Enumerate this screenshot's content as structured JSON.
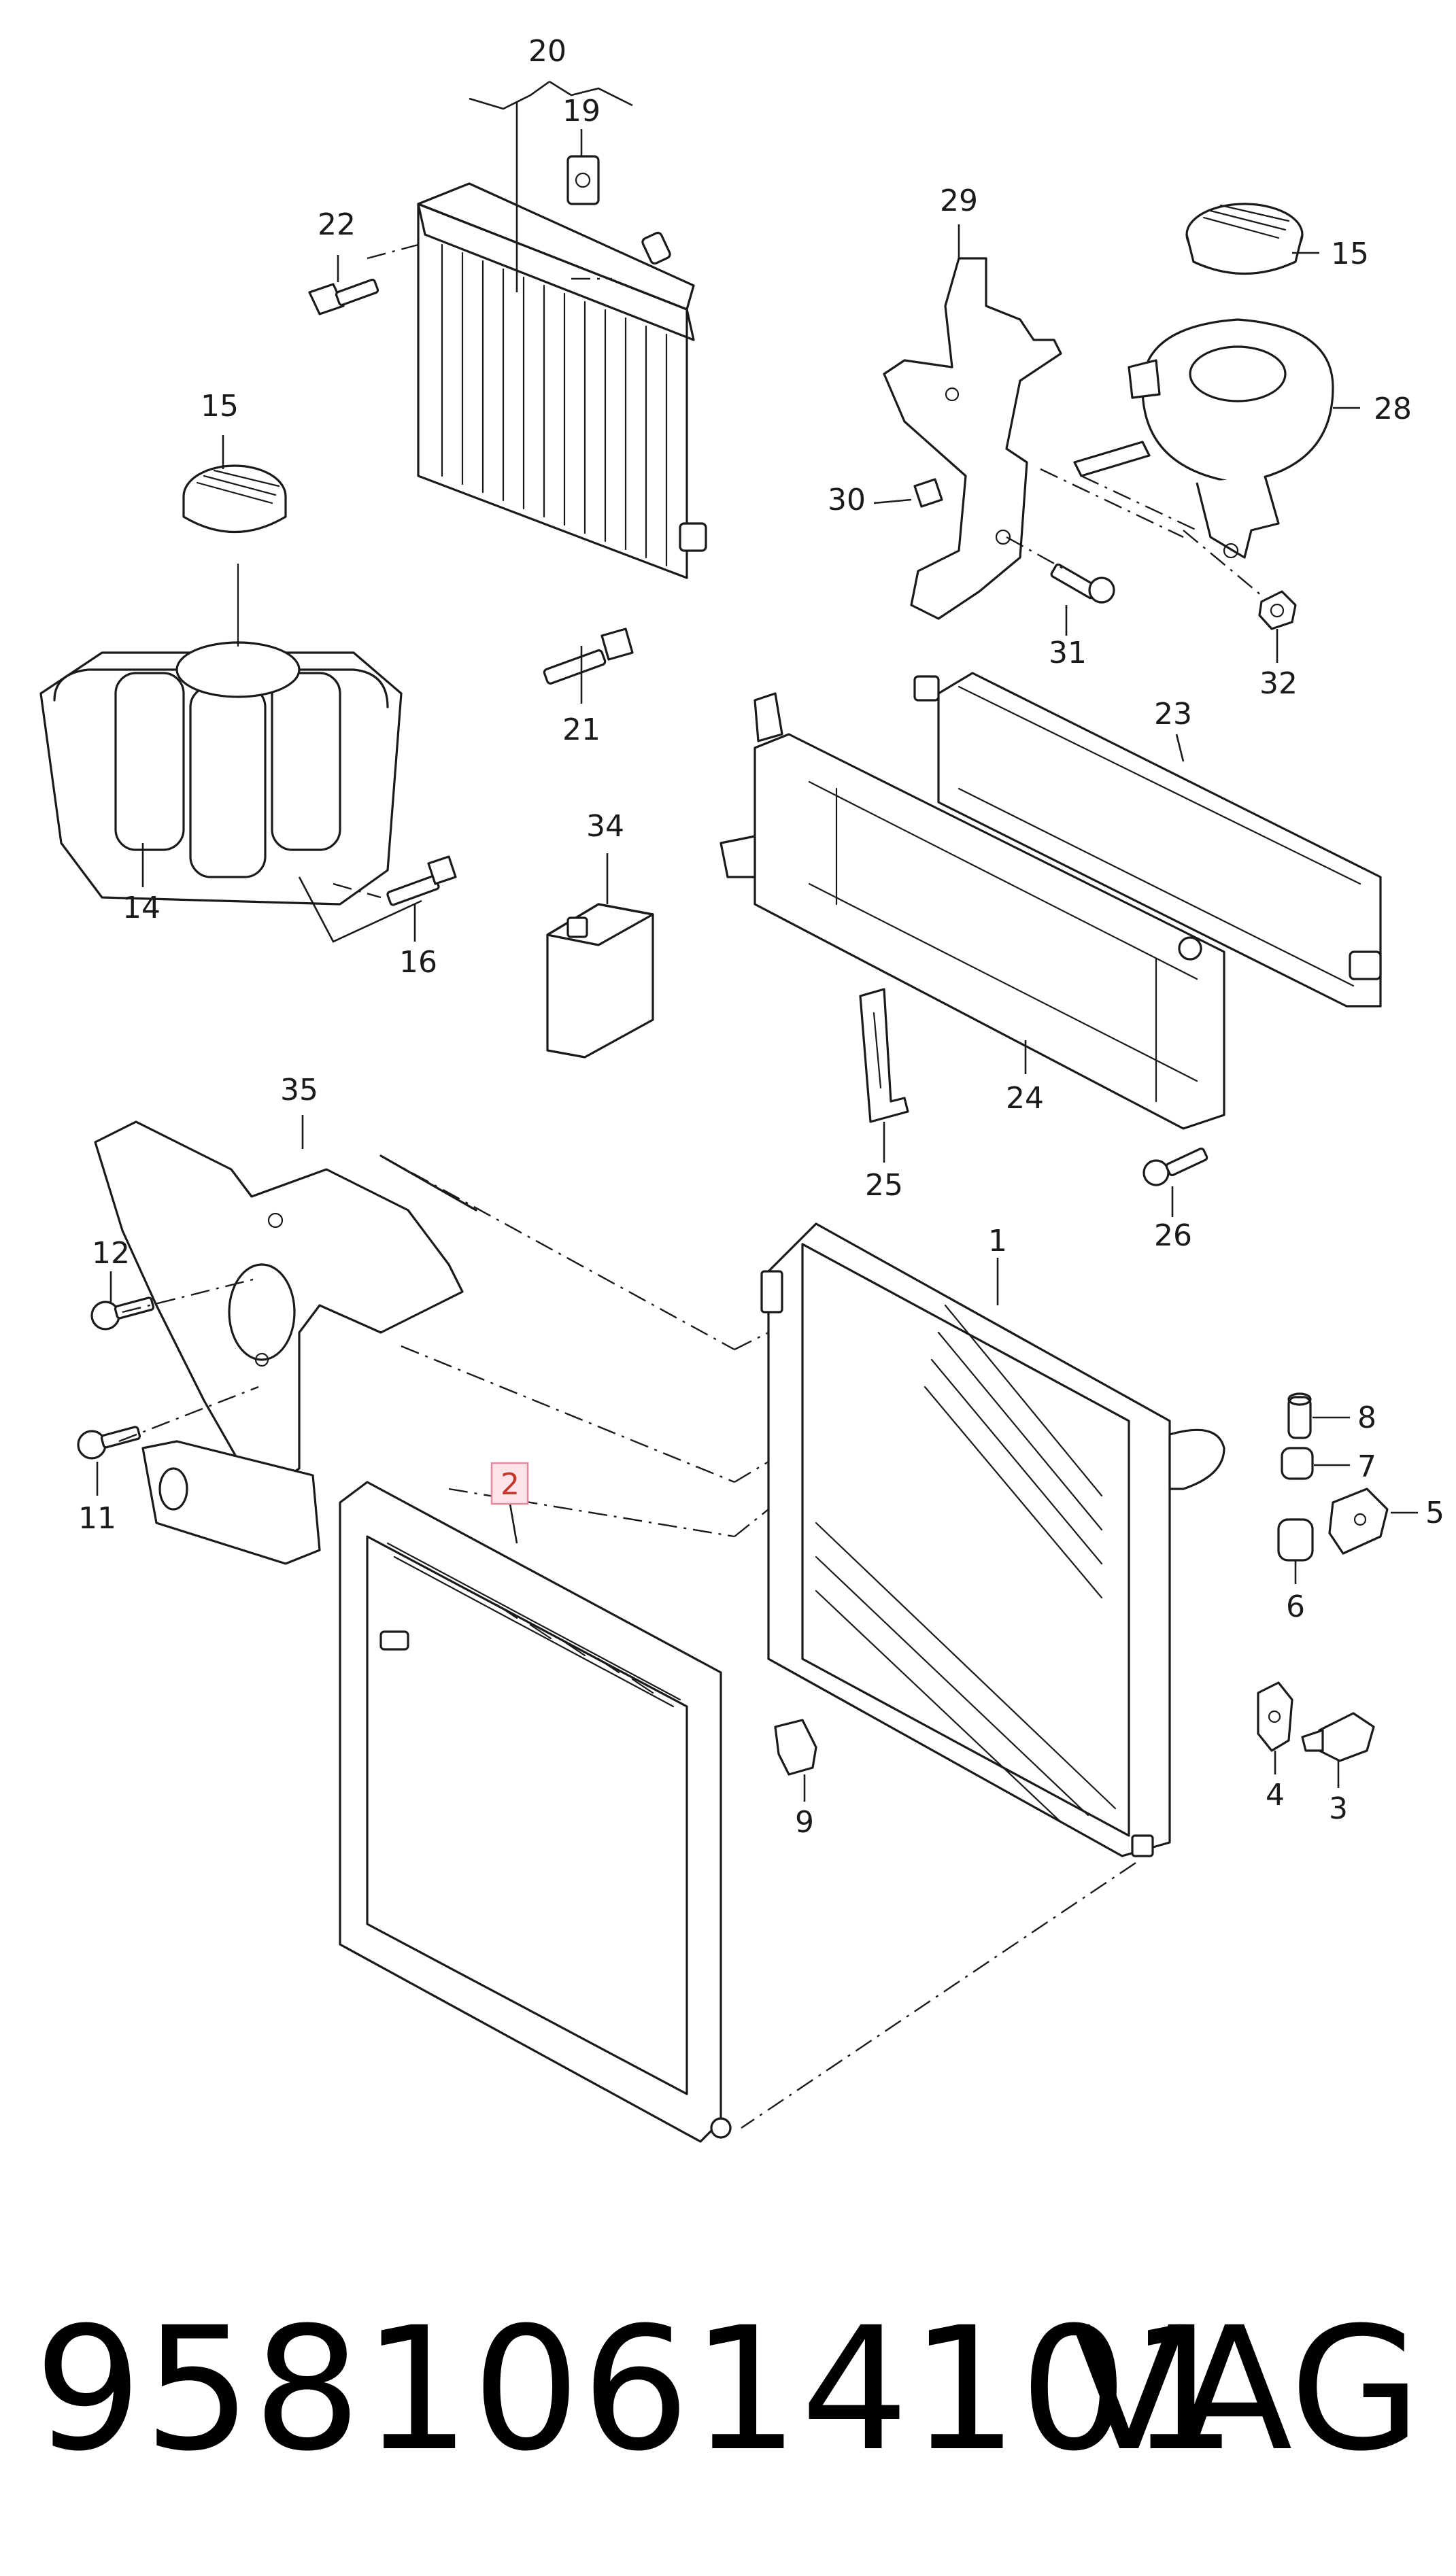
{
  "diagram": {
    "callouts": {
      "c1": "1",
      "c2": "2",
      "c3": "3",
      "c4": "4",
      "c5": "5",
      "c6": "6",
      "c7": "7",
      "c8": "8",
      "c9": "9",
      "c11": "11",
      "c12": "12",
      "c14": "14",
      "c15a": "15",
      "c15b": "15",
      "c16": "16",
      "c19": "19",
      "c20": "20",
      "c21": "21",
      "c22": "22",
      "c23": "23",
      "c24": "24",
      "c25": "25",
      "c26": "26",
      "c28": "28",
      "c29": "29",
      "c30": "30",
      "c31": "31",
      "c32": "32",
      "c34": "34",
      "c35": "35"
    },
    "highlighted_part": "2",
    "highlight_color": "#e58a9a"
  },
  "footer": {
    "part_number": "95810614101",
    "brand": "VAG"
  }
}
